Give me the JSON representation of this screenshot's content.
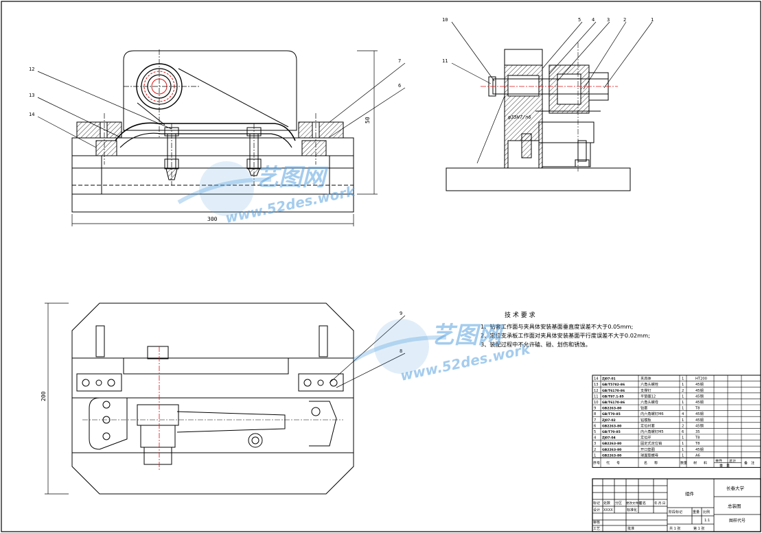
{
  "dims": {
    "height_label": "50",
    "width_label": "300",
    "plan_height_label": "200"
  },
  "fit_label": "φ35H7/n6",
  "balloons": {
    "front": [
      "12",
      "13",
      "14",
      "7",
      "6"
    ],
    "side": [
      "10",
      "5",
      "4",
      "3",
      "2",
      "1",
      "11"
    ],
    "plan": [
      "9",
      "8"
    ]
  },
  "tech": {
    "title": "技 术 要 求",
    "lines": [
      "1、钻套工作面与夹具体安装基面垂直度误差不大于0.05mm;",
      "2、定位支承板工作面对夹具体安装基面平行度误差不大于0.02mm;",
      "3、装配过程中不允许磕、碰、划伤和锈蚀。"
    ]
  },
  "bom": {
    "rows": [
      {
        "no": "14",
        "code": "ZJ07-01",
        "name": "夹具体",
        "qty": "1",
        "mat": "HT200"
      },
      {
        "no": "13",
        "code": "GB/T5782-86",
        "name": "六角头螺栓",
        "qty": "1",
        "mat": "45钢"
      },
      {
        "no": "12",
        "code": "GB/T6170-86",
        "name": "支撑钉",
        "qty": "2",
        "mat": "45钢"
      },
      {
        "no": "11",
        "code": "GB/T97.1-85",
        "name": "平垫圈12",
        "qty": "1",
        "mat": "45钢"
      },
      {
        "no": "10",
        "code": "GB/T6170-86",
        "name": "六角头螺母",
        "qty": "1",
        "mat": "45钢"
      },
      {
        "no": "9",
        "code": "GB2263-80",
        "name": "钻套",
        "qty": "1",
        "mat": "T8"
      },
      {
        "no": "8",
        "code": "GB/T70-85",
        "name": "内六角螺钉M6",
        "qty": "4",
        "mat": "45钢"
      },
      {
        "no": "7",
        "code": "ZJ07-02",
        "name": "钻模板",
        "qty": "1",
        "mat": "45钢"
      },
      {
        "no": "6",
        "code": "GB2263-80",
        "name": "定位衬套",
        "qty": "2",
        "mat": "45钢"
      },
      {
        "no": "5",
        "code": "GB/T70-85",
        "name": "内六角螺钉M5",
        "qty": "6",
        "mat": "35"
      },
      {
        "no": "4",
        "code": "ZJ07-04",
        "name": "定位环",
        "qty": "1",
        "mat": "T8"
      },
      {
        "no": "3",
        "code": "GB2263-80",
        "name": "固定式定位销",
        "qty": "1",
        "mat": "T8"
      },
      {
        "no": "2",
        "code": "GB2263-80",
        "name": "开口垫圈",
        "qty": "1",
        "mat": "45钢"
      },
      {
        "no": "1",
        "code": "GB2263-80",
        "name": "球面垫螺母",
        "qty": "1",
        "mat": "A6"
      }
    ],
    "header": {
      "no": "序号",
      "code": "代　　号",
      "name": "名　　称",
      "qty": "数量",
      "mat": "材　　料",
      "unit": "单件",
      "total": "总计",
      "weight": "重　量",
      "note": "备　注"
    }
  },
  "title_block": {
    "school": "长春大学",
    "drawing_name": "总装图",
    "assembly": "组件",
    "labels": {
      "mark": "标记",
      "count": "处数",
      "zone": "分区",
      "change_doc": "更改文件号",
      "sign": "签名",
      "date": "年.月.日",
      "design": "设计",
      "designer": "XXXX",
      "std": "标准化",
      "stage": "阶段标记",
      "weight": "重量",
      "scale": "比例",
      "scale_value": "1:1",
      "review": "审核",
      "craft": "工艺",
      "approve": "批准",
      "sheets": "共 1 张",
      "sheet": "第 1 张",
      "drawing_no": "图样代号"
    }
  },
  "watermark": {
    "brand": "艺图网",
    "url": "www.52des.work"
  },
  "colors": {
    "line": "#000000",
    "center": "#e01010",
    "hatch": "#000000",
    "watermark": "#5aa3e0"
  }
}
